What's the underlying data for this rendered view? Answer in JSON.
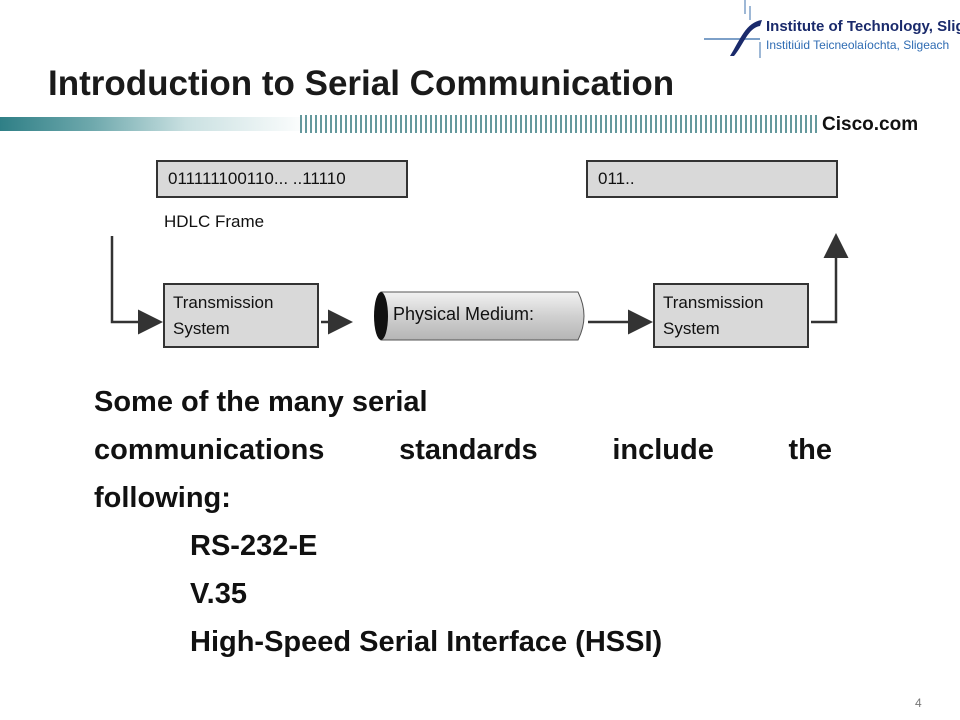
{
  "header": {
    "institute_name": "Institute of Technology, Sligo",
    "institute_name_irish": "Institiúid Teicneolaíochta, Sligeach",
    "title": "Introduction to Serial Communication",
    "brand": "Cisco.com",
    "logo_icon": "sligo-logo-icon"
  },
  "diagram": {
    "sender_bits": "011111100110... ..11110",
    "receiver_bits": "011..",
    "frame_label": "HDLC Frame",
    "sender_system": {
      "line1": "Transmission",
      "line2": "System"
    },
    "medium": "Physical Medium:",
    "receiver_system": {
      "line1": "Transmission",
      "line2": "System"
    }
  },
  "body": {
    "intro_line1": "Some of the many serial",
    "intro_line2_words": [
      "communications",
      "standards",
      "include",
      "the"
    ],
    "intro_line3": "following:",
    "standards": [
      "RS-232-E",
      "V.35",
      "High-Speed Serial Interface (HSSI)"
    ]
  },
  "footer": {
    "page_number": "4"
  },
  "colors": {
    "band_teal": "#2f7f86",
    "band_light": "#b9d7d9",
    "logo_blue": "#2f6cb3",
    "box_fill": "#d9d9d9"
  }
}
